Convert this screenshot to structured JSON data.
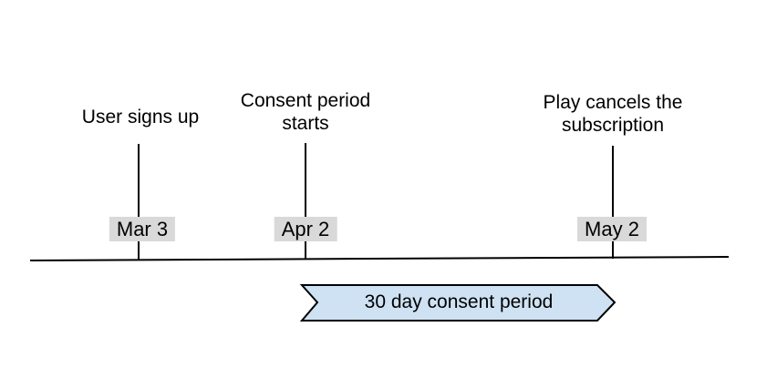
{
  "timeline": {
    "events": [
      {
        "label": "User signs up",
        "date": "Mar 3"
      },
      {
        "label": "Consent period starts",
        "date": "Apr 2"
      },
      {
        "label": "Play cancels the subscription",
        "date": "May 2"
      }
    ],
    "span": {
      "label": "30 day consent period"
    },
    "colors": {
      "arrow_fill": "#cfe2f3",
      "arrow_stroke": "#000000",
      "date_chip_bg": "#d9d9d9",
      "line": "#000000",
      "text": "#000000"
    }
  }
}
